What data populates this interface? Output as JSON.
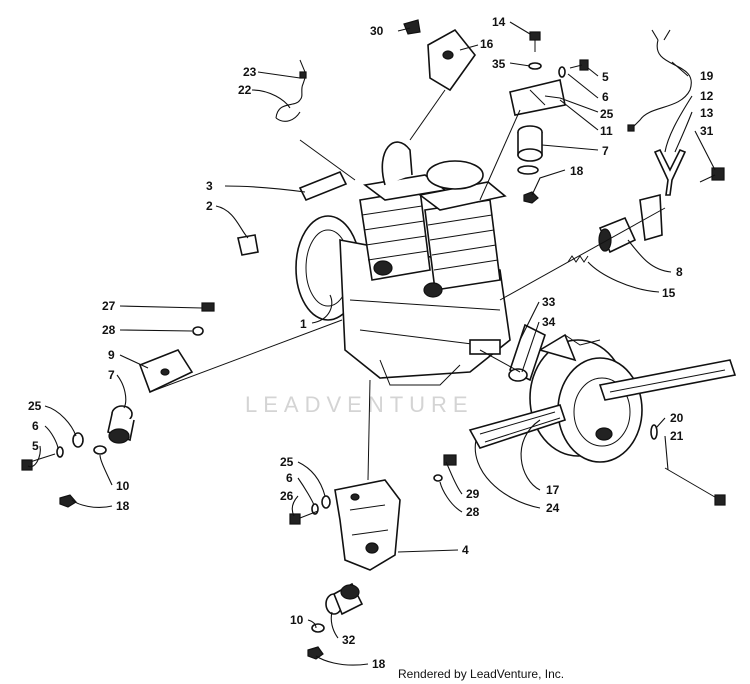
{
  "diagram": {
    "watermark": "LEADVENTURE",
    "credit": "Rendered by LeadVenture, Inc.",
    "callouts": {
      "c1": "1",
      "c2": "2",
      "c3": "3",
      "c4": "4",
      "c5a": "5",
      "c5b": "5",
      "c6a": "6",
      "c6b": "6",
      "c6c": "6",
      "c7a": "7",
      "c7b": "7",
      "c8": "8",
      "c9": "9",
      "c10a": "10",
      "c10b": "10",
      "c11": "11",
      "c12": "12",
      "c13": "13",
      "c14": "14",
      "c15": "15",
      "c16": "16",
      "c17": "17",
      "c18a": "18",
      "c18b": "18",
      "c18c": "18",
      "c19": "19",
      "c20": "20",
      "c21": "21",
      "c22": "22",
      "c23": "23",
      "c24": "24",
      "c25a": "25",
      "c25b": "25",
      "c25c": "25",
      "c26": "26",
      "c27": "27",
      "c28a": "28",
      "c28b": "28",
      "c29": "29",
      "c30": "30",
      "c31": "31",
      "c32": "32",
      "c33": "33",
      "c34": "34",
      "c35": "35"
    }
  }
}
